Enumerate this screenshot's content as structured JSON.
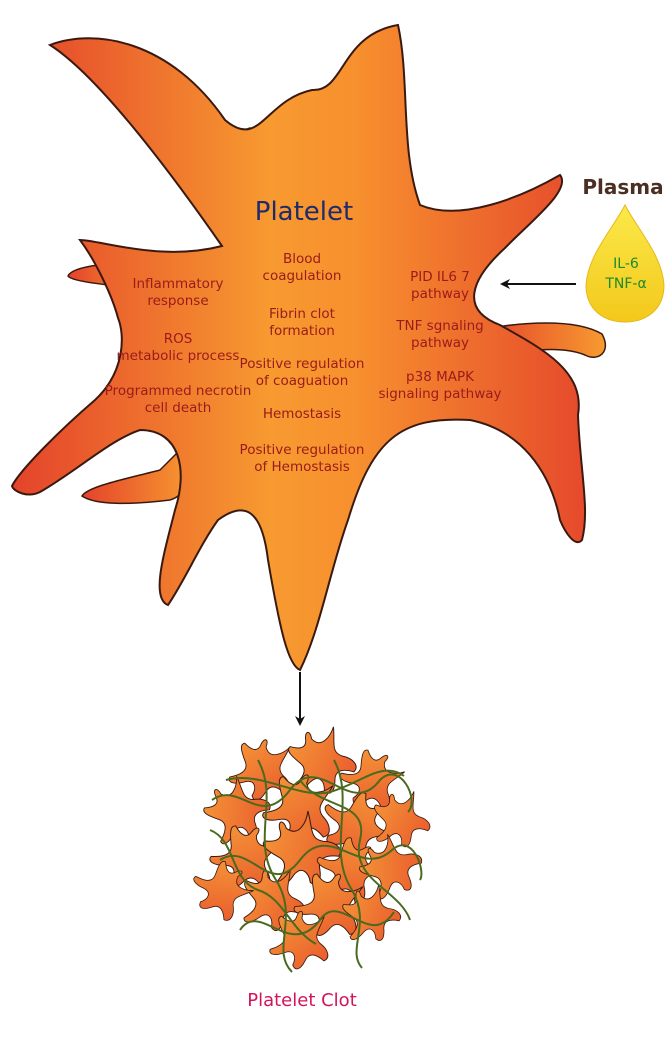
{
  "platelet": {
    "title": "Platelet",
    "left_terms": [
      [
        "Inflammatory",
        "response"
      ],
      [
        "ROS",
        "metabolic process"
      ],
      [
        "Programmed necrotin",
        "cell death"
      ]
    ],
    "center_terms": [
      [
        "Blood",
        "coagulation"
      ],
      [
        "Fibrin clot",
        "formation"
      ],
      [
        "Positive regulation",
        "of coaguation"
      ],
      [
        "Hemostasis"
      ],
      [
        "Positive regulation",
        "of Hemostasis"
      ]
    ],
    "right_terms": [
      [
        "PID IL6 7",
        "pathway"
      ],
      [
        "TNF sgnaling",
        "pathway"
      ],
      [
        "p38 MAPK",
        "signaling pathway"
      ]
    ]
  },
  "plasma": {
    "label": "Plasma",
    "cytokines": [
      "IL-6",
      "TNF-α"
    ]
  },
  "clot": {
    "label": "Platelet Clot"
  },
  "colors": {
    "platelet_fill_edge": "#e8452a",
    "platelet_fill_center": "#f7902e",
    "term_text": "#9a1b1b",
    "title_text": "#1f2a6b",
    "drop_fill": "#f7d81e",
    "cytokine_text": "#1d8a2a",
    "clot_label": "#d4145a",
    "fibrin": "#4c6a1e"
  }
}
